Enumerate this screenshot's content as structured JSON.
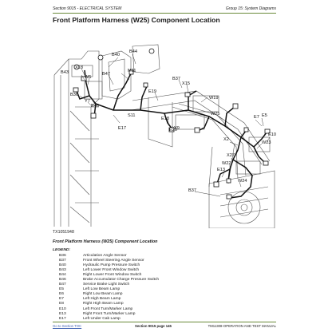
{
  "header": {
    "section": "Section 9015 - ELECTRICAL SYSTEM",
    "group": "Group 15: System Diagrams"
  },
  "title": "Front Platform Harness (W25) Component Location",
  "callouts": [
    "B40",
    "B44",
    "X18",
    "B43",
    "W5",
    "M11",
    "B47",
    "B36",
    "Y7",
    "B46",
    "B37",
    "X15",
    "W19",
    "E19",
    "S11",
    "E17",
    "E18",
    "Y9",
    "E20",
    "W25",
    "E7",
    "E5",
    "E10",
    "W23",
    "X2",
    "X27",
    "W22",
    "E13",
    "W24",
    "B37"
  ],
  "figure_id": "TX1051948",
  "caption": "Front Platform Harness (W25) Component Location",
  "legend": {
    "heading": "LEGEND:",
    "items": [
      {
        "code": "B36",
        "desc": "Articulation Angle Sensor"
      },
      {
        "code": "B37",
        "desc": "Front Wheel Steering Angle Sensor"
      },
      {
        "code": "B40",
        "desc": "Hydraulic Pump Pressure Switch"
      },
      {
        "code": "B43",
        "desc": "Left Lower Front Window Switch"
      },
      {
        "code": "B44",
        "desc": "Right Lower Front Window Switch"
      },
      {
        "code": "B46",
        "desc": "Brake Accumulator Charge Pressure Switch"
      },
      {
        "code": "B47",
        "desc": "Service Brake Light Switch"
      },
      {
        "code": "E5",
        "desc": "Left Low Beam Lamp"
      },
      {
        "code": "E6",
        "desc": "Right Low Beam Lamp"
      },
      {
        "code": "E7",
        "desc": "Left High Beam Lamp"
      },
      {
        "code": "E8",
        "desc": "Right High Beam Lamp"
      },
      {
        "code": "E10",
        "desc": "Left Front Turn/Marker Lamp"
      },
      {
        "code": "E13",
        "desc": "Right Front Turn/Marker Lamp"
      },
      {
        "code": "E17",
        "desc": "Left Under Cab Lamp"
      }
    ]
  },
  "footer": {
    "link": "Go to Section TOC",
    "page": "Section 9015 page 145",
    "manual": "TM11308-OPERATION AND TEST MANUAL"
  }
}
